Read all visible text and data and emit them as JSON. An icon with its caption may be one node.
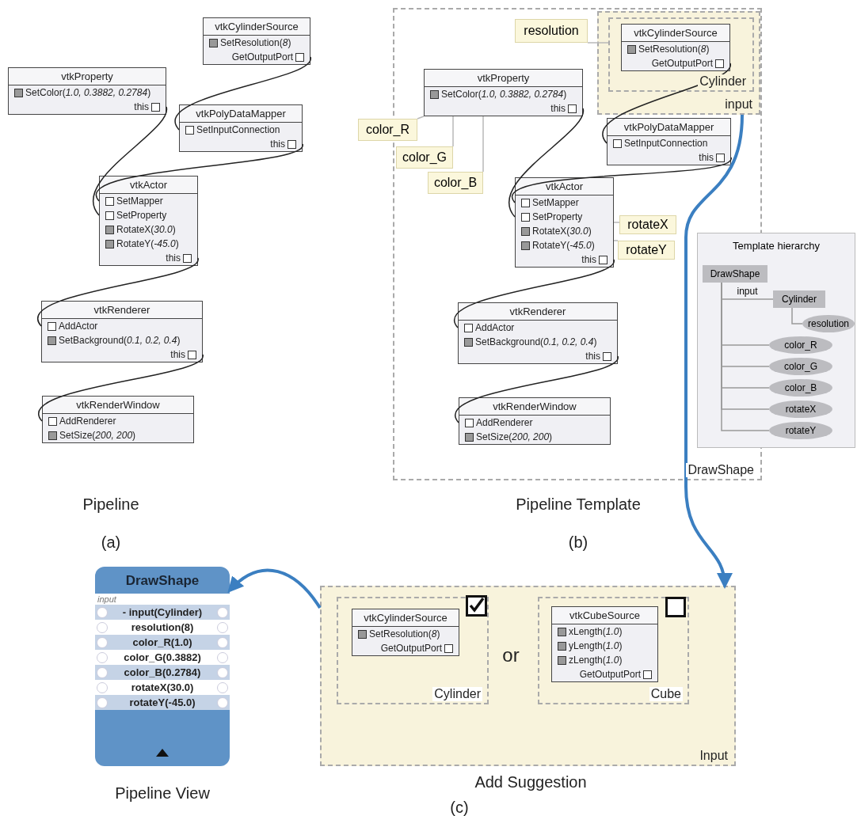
{
  "diagram": {
    "nodes": [
      {
        "text": [
          "vtkCylinderSource",
          "SetResolution(*8*)",
          "GetOutputPort"
        ]
      },
      {
        "text": [
          "vtkProperty",
          "SetColor(*1.0, 0.3882, 0.2784*)",
          "this"
        ]
      },
      {
        "text": [
          "vtkPolyDataMapper",
          "SetInputConnection",
          "this"
        ]
      },
      {
        "text": [
          "vtkActor",
          "SetMapper",
          "SetProperty",
          "RotateX(*30.0*)",
          "RotateY(*-45.0*)",
          "this"
        ]
      },
      {
        "text": [
          "vtkRenderer",
          "AddActor",
          "SetBackground(*0.1, 0.2, 0.4*)",
          "this"
        ]
      },
      {
        "text": [
          "vtkRenderWindow",
          "AddRenderer",
          "SetSize(*200, 200*)"
        ]
      },
      {
        "text": [
          "DrawShape"
        ]
      },
      {
        "text": [
          "input"
        ],
        "in": 6
      },
      {
        "text": [
          "Cylinder"
        ],
        "in": 7
      },
      {
        "text": [
          "vtkCylinderSource",
          "SetResolution(*8*)",
          "GetOutputPort"
        ],
        "in": 8
      },
      {
        "text": [
          "resolution"
        ],
        "in": 6
      },
      {
        "text": [
          "vtkProperty",
          "SetColor(*1.0, 0.3882, 0.2784*)",
          "this"
        ],
        "in": 6
      },
      {
        "text": [
          "color_R"
        ]
      },
      {
        "text": [
          "color_G"
        ],
        "in": 6
      },
      {
        "text": [
          "color_B"
        ],
        "in": 6
      },
      {
        "text": [
          "vtkPolyDataMapper",
          "SetInputConnection",
          "this"
        ],
        "in": 6
      },
      {
        "text": [
          "vtkActor",
          "SetMapper",
          "SetProperty",
          "RotateX(*30.0*)",
          "RotateY(*-45.0*)",
          "this"
        ],
        "in": 6
      },
      {
        "text": [
          "rotateX"
        ],
        "in": 6
      },
      {
        "text": [
          "rotateY"
        ],
        "in": 6
      },
      {
        "text": [
          "vtkRenderer",
          "AddActor",
          "SetBackground(*0.1, 0.2, 0.4*)",
          "this"
        ],
        "in": 6
      },
      {
        "text": [
          "vtkRenderWindow",
          "AddRenderer",
          "SetSize(*200, 200*)"
        ],
        "in": 6
      },
      {
        "text": [
          "Template hierarchy"
        ]
      },
      {
        "text": [
          "DrawShape"
        ],
        "in": 21
      },
      {
        "text": [
          "Cylinder"
        ],
        "in": 21
      },
      {
        "text": [
          "resolution"
        ],
        "in": 21
      },
      {
        "text": [
          "color_R"
        ],
        "in": 21
      },
      {
        "text": [
          "color_G"
        ],
        "in": 21
      },
      {
        "text": [
          "color_B"
        ],
        "in": 21
      },
      {
        "text": [
          "rotateX"
        ],
        "in": 21
      },
      {
        "text": [
          "rotateY"
        ],
        "in": 21
      },
      {
        "text": [
          "Input"
        ]
      },
      {
        "text": [
          "Cylinder"
        ],
        "in": 30
      },
      {
        "text": [
          "vtkCylinderSource",
          "SetResolution(*8*)",
          "GetOutputPort"
        ],
        "in": 31
      },
      {
        "text": [
          "Cube"
        ],
        "in": 30
      },
      {
        "text": [
          "vtkCubeSource",
          "xLength(*1.0*)",
          "yLength(*1.0*)",
          "zLength(*1.0*)",
          "GetOutputPort"
        ],
        "in": 33
      },
      {
        "text": [
          "DrawShape",
          "input",
          "- input(Cylinder)",
          "resolution(8)",
          "color_R(1.0)",
          "color_G(0.3882)",
          "color_B(0.2784)",
          "rotateX(30.0)",
          "rotateY(-45.0)"
        ]
      }
    ],
    "edges": [
      {
        "from": 0,
        "to": 2,
        "arrow": "none"
      },
      {
        "from": 1,
        "to": 3,
        "arrow": "none"
      },
      {
        "from": 2,
        "to": 3,
        "arrow": "none"
      },
      {
        "from": 3,
        "to": 4,
        "arrow": "none"
      },
      {
        "from": 4,
        "to": 5,
        "arrow": "none"
      },
      {
        "from": 9,
        "to": 15,
        "arrow": "none"
      },
      {
        "from": 11,
        "to": 16,
        "arrow": "none"
      },
      {
        "from": 15,
        "to": 16,
        "arrow": "none"
      },
      {
        "from": 16,
        "to": 19,
        "arrow": "none"
      },
      {
        "from": 19,
        "to": 20,
        "arrow": "none"
      },
      {
        "from": 10,
        "to": 8,
        "arrow": "none",
        "color": "#b8b8b8"
      },
      {
        "from": 12,
        "to": 11,
        "arrow": "none",
        "color": "#b8b8b8"
      },
      {
        "from": 13,
        "to": 11,
        "arrow": "none",
        "color": "#b8b8b8"
      },
      {
        "from": 14,
        "to": 11,
        "arrow": "none",
        "color": "#b8b8b8"
      },
      {
        "from": 17,
        "to": 16,
        "arrow": "none",
        "color": "#b8b8b8"
      },
      {
        "from": 18,
        "to": 16,
        "arrow": "none",
        "color": "#b8b8b8"
      },
      {
        "from": 22,
        "to": 23,
        "label": "input",
        "arrow": "none",
        "color": "#999999"
      },
      {
        "from": 23,
        "to": 24,
        "arrow": "none",
        "color": "#999999"
      },
      {
        "from": 22,
        "to": 25,
        "arrow": "none",
        "color": "#999999"
      },
      {
        "from": 22,
        "to": 26,
        "arrow": "none",
        "color": "#999999"
      },
      {
        "from": 22,
        "to": 27,
        "arrow": "none",
        "color": "#999999"
      },
      {
        "from": 22,
        "to": 28,
        "arrow": "none",
        "color": "#999999"
      },
      {
        "from": 22,
        "to": 29,
        "arrow": "none",
        "color": "#999999"
      },
      {
        "from": 7,
        "to": 30,
        "arrow": "to",
        "style": "thick",
        "color": "#3b7fc1"
      },
      {
        "from": 30,
        "to": 35,
        "arrow": "to",
        "style": "thick",
        "color": "#3b7fc1"
      }
    ],
    "labels": [
      "Pipeline",
      "(a)",
      "Pipeline Template",
      "(b)",
      "or",
      "Add Suggestion",
      "Pipeline View",
      "(c)"
    ]
  }
}
